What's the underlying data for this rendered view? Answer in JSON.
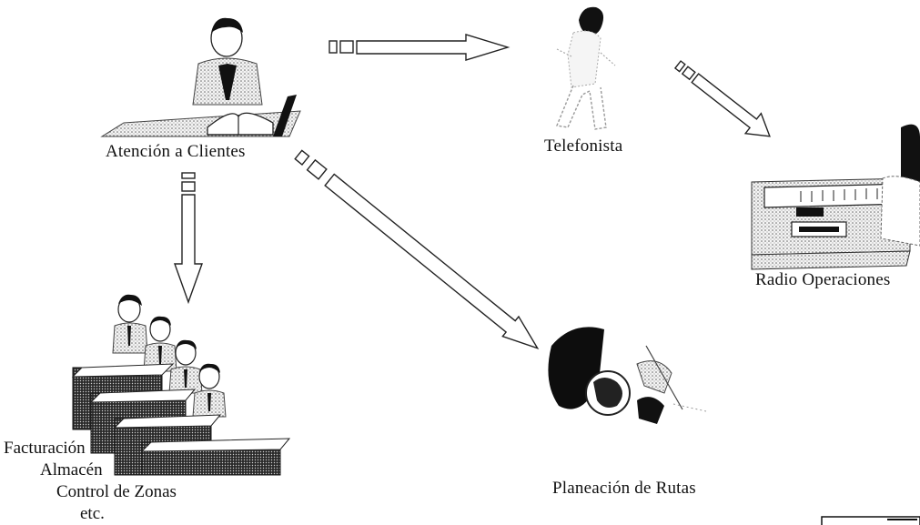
{
  "nodes": {
    "atencion": "Atención a Clientes",
    "telefonista": "Telefonista",
    "radio": "Radio Operaciones",
    "planeacion": "Planeación de Rutas",
    "departments": [
      "Facturación",
      "Almacén",
      "Control de Zonas",
      "etc."
    ]
  },
  "edges": [
    {
      "from": "atencion",
      "to": "telefonista"
    },
    {
      "from": "telefonista",
      "to": "radio"
    },
    {
      "from": "atencion",
      "to": "departments"
    },
    {
      "from": "atencion",
      "to": "planeacion"
    }
  ]
}
